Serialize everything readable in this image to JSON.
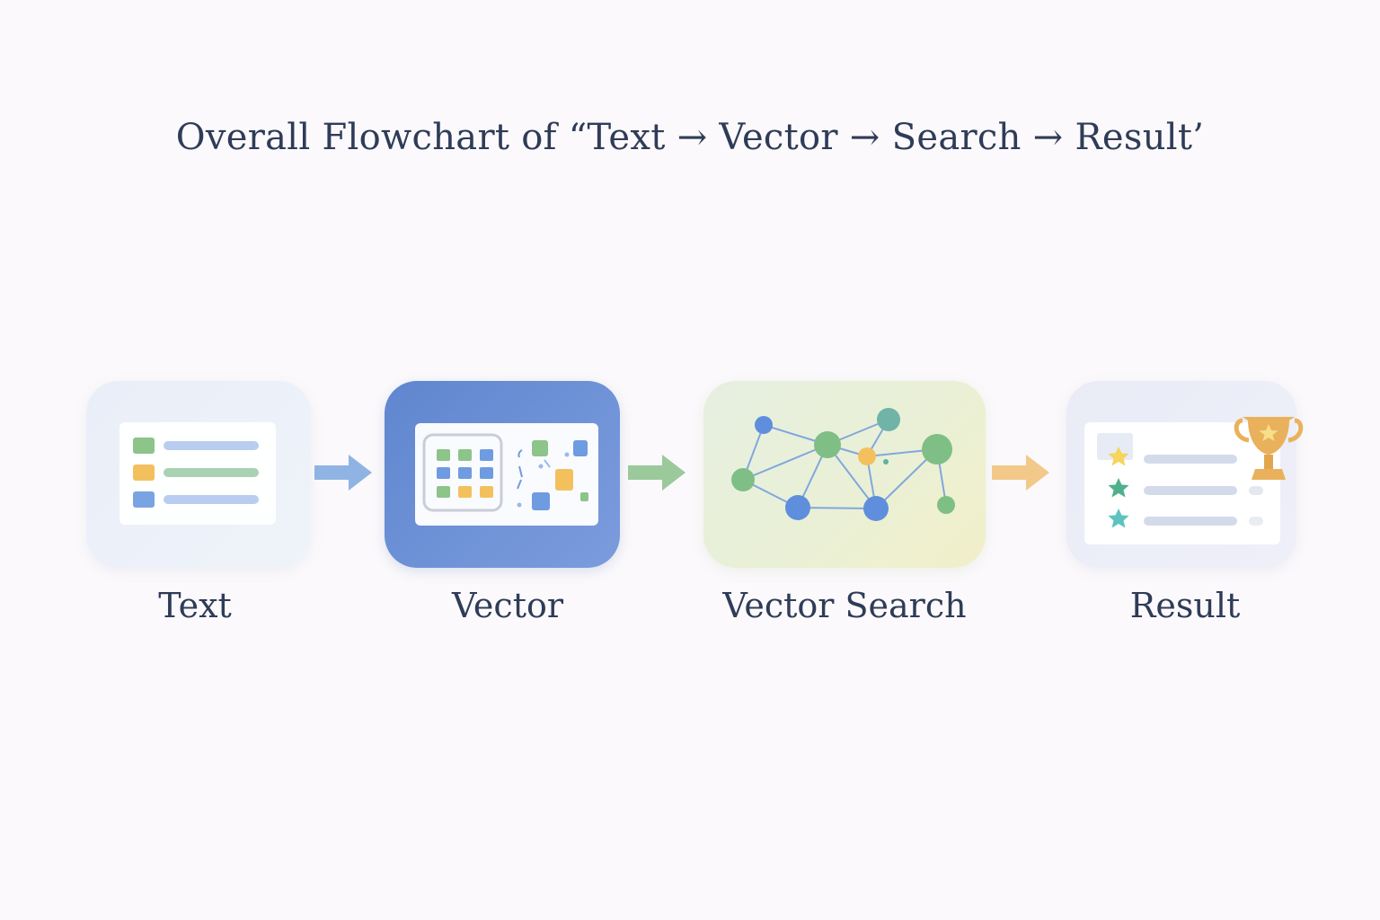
{
  "title": "Overall Flowchart of “Text → Vector → Search → Result’",
  "steps": [
    {
      "label": "Text",
      "icon": "text-list-icon"
    },
    {
      "label": "Vector",
      "icon": "vector-grid-icon"
    },
    {
      "label": "Vector Search",
      "icon": "network-graph-icon"
    },
    {
      "label": "Result",
      "icon": "ranked-results-trophy-icon"
    }
  ],
  "arrows": [
    {
      "from": "Text",
      "to": "Vector",
      "color": "#8fb4e3"
    },
    {
      "from": "Vector",
      "to": "Vector Search",
      "color": "#9bc99b"
    },
    {
      "from": "Vector Search",
      "to": "Result",
      "color": "#f2c98a"
    }
  ],
  "colors": {
    "title": "#2f3c58",
    "text_card": "#ecf0f9",
    "vector_card": "#6a8fd4",
    "search_card": "#ebf0d8",
    "result_card": "#eceef8",
    "green": "#7fbf86",
    "orange": "#f2c15a",
    "blue": "#5f8fdc"
  }
}
